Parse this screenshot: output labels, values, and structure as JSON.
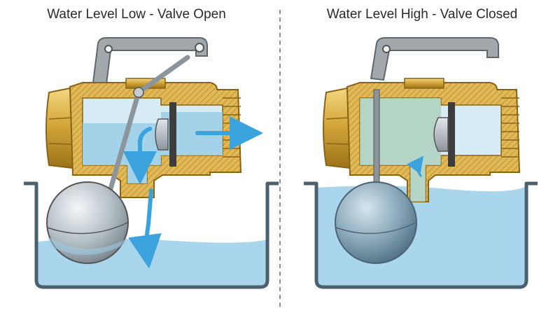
{
  "panels": [
    {
      "title": "Water Level Low - Valve Open",
      "valve_state": "open",
      "water_level": "low"
    },
    {
      "title": "Water Level High - Valve Closed",
      "valve_state": "closed",
      "water_level": "high"
    }
  ],
  "colors": {
    "brass": "#d4a73a",
    "brass_dark": "#8a6414",
    "brass_light": "#f0d27a",
    "water": "#a9d6ec",
    "water_dark": "#5fb2db",
    "arrow": "#3aa3dd",
    "float": "#a8b8c4",
    "arm": "#9ea3a8",
    "tank": "#4b6170"
  }
}
